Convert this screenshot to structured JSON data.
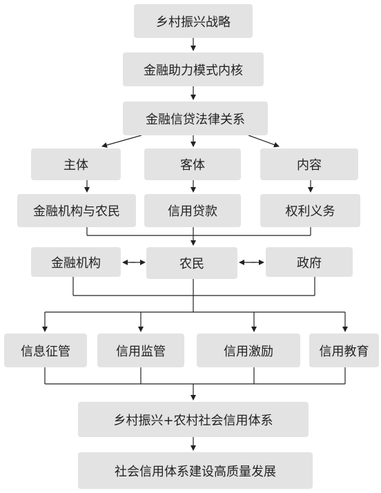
{
  "diagram": {
    "nodes": {
      "strategy": "乡村振兴战略",
      "core": "金融助力模式内核",
      "legal": "金融信贷法律关系",
      "subject": "主体",
      "object": "客体",
      "content": "内容",
      "subject_detail": "金融机构与农民",
      "object_detail": "信用贷款",
      "content_detail": "权利义务",
      "financial_institution": "金融机构",
      "farmers": "农民",
      "government": "政府",
      "credit_info": "信息征管",
      "credit_supervision": "信用监管",
      "credit_incentive": "信用激励",
      "credit_education": "信用教育",
      "rural_credit_system": "乡村振兴+农村社会信用体系",
      "high_quality": "社会信用体系建设高质量发展"
    }
  }
}
